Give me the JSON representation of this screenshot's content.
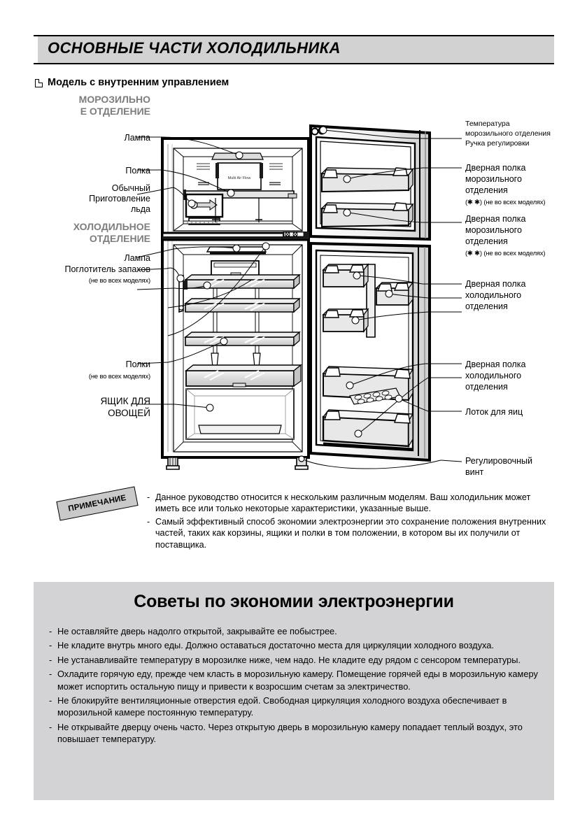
{
  "header": {
    "title": "ОСНОВНЫЕ ЧАСТИ ХОЛОДИЛЬНИКА"
  },
  "subheading": {
    "text": "Модель с внутренним управлением"
  },
  "diagram": {
    "inner_text": "Multi Air Flow",
    "left_labels": [
      {
        "id": "freezer-section",
        "text": "МОРОЗИЛЬНО\nЕ ОТДЕЛЕНИЕ"
      },
      {
        "id": "lamp-freezer",
        "text": "Лампа"
      },
      {
        "id": "shelf-freezer",
        "text": "Полка"
      },
      {
        "id": "ice-maker",
        "text": "Обычный\nПриготовление\nльда"
      },
      {
        "id": "fridge-section",
        "text": "ХОЛОДИЛЬНОЕ\nОТДЕЛЕНИЕ"
      },
      {
        "id": "lamp-fridge",
        "text": "Лампа"
      },
      {
        "id": "deodorizer",
        "text": "Поглотитель запахов"
      },
      {
        "id": "deodorizer-note",
        "text": "(не во всех моделях)"
      },
      {
        "id": "shelves",
        "text": "Полки"
      },
      {
        "id": "shelves-note",
        "text": "(не во всех моделях)"
      },
      {
        "id": "vegetable-box",
        "text": "ЯЩИК ДЛЯ\nОВОЩЕЙ"
      }
    ],
    "right_labels": [
      {
        "id": "temp-knob",
        "text": "Температура\nморозильного отделения\nРучка регулировки"
      },
      {
        "id": "freezer-door-shelf-1",
        "text": "Дверная полка\nморозильного\nотделения"
      },
      {
        "id": "freezer-door-shelf-1-note",
        "text": "(✱ ✱) (не во всех моделях)"
      },
      {
        "id": "freezer-door-shelf-2",
        "text": "Дверная полка\nморозильного\nотделения"
      },
      {
        "id": "freezer-door-shelf-2-note",
        "text": "(✱ ✱) (не во всех моделях)"
      },
      {
        "id": "fridge-door-shelf-1",
        "text": "Дверная полка\nхолодильного\nотделения"
      },
      {
        "id": "fridge-door-shelf-2",
        "text": "Дверная полка\nхолодильного\nотделения"
      },
      {
        "id": "egg-tray",
        "text": "Лоток для яиц"
      },
      {
        "id": "adjusting-screw",
        "text": "Регулировочный\nвинт"
      }
    ]
  },
  "note": {
    "stamp_label": "ПРИМЕЧАНИЕ",
    "dash": "-",
    "items": [
      "Данное руководство относится к нескольким различным моделям. Ваш холодильник может иметь все или только некоторые характеристики, указанные выше.",
      "Самый эффективный способ экономии электроэнергии это сохранение положения внутренних частей, таких как корзины, ящики и полки в том положении, в котором вы их получили от поставщика."
    ]
  },
  "tips": {
    "title": "Советы по экономии электроэнергии",
    "dash": "-",
    "items": [
      "Не оставляйте дверь надолго открытой, закрывайте ее побыстрее.",
      "Не кладите внутрь много еды. Должно оставаться достаточно места для циркуляции холодного воздуха.",
      "Не устанавливайте температуру в морозилке ниже, чем надо. Не кладите еду рядом с сенсором температуры.",
      "Охладите горячую еду, прежде чем класть в морозильную камеру. Помещение горячей еды в морозильную камеру может испортить остальную пищу и привести к возросшим счетам за электричество.",
      "Не блокируйте вентиляционные отверстия едой. Свободная циркуляция холодного воздуха обеспечивает в морозильной камере постоянную температуру.",
      "Не открывайте дверцу очень часто. Через открытую дверь в морозильную камеру попадает теплый воздух, это повышает температуру."
    ]
  },
  "colors": {
    "header_bar": "#d2d2d2",
    "tips_bg": "#d3d3d5",
    "section_label": "#7d7d7d",
    "stamp_bg": "#c9c9c9"
  }
}
